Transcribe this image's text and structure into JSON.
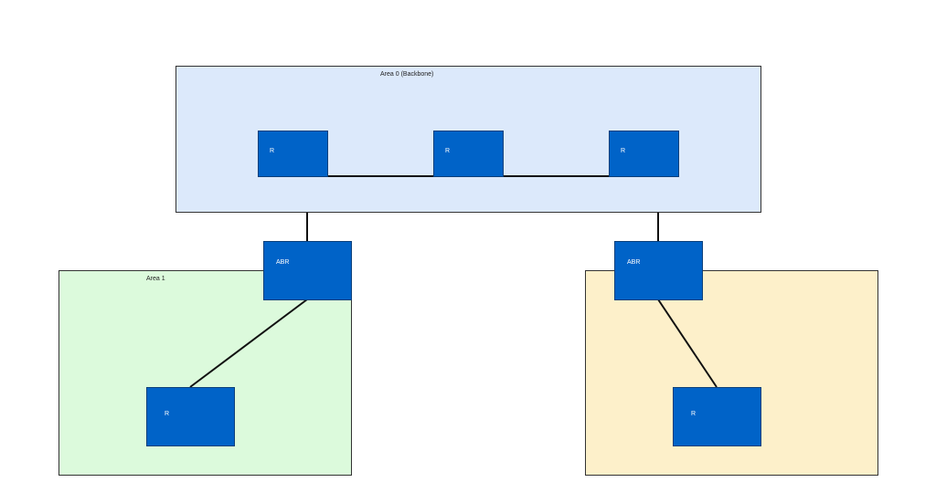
{
  "areas": {
    "backbone": {
      "label": "Area 0 (Backbone)",
      "fill": "#dce9fb"
    },
    "area1": {
      "label": "Area 1",
      "fill": "#dcfadc"
    },
    "area2": {
      "label": "",
      "fill": "#fdf0ca"
    }
  },
  "routers": {
    "backbone_left": {
      "label": "R"
    },
    "backbone_center": {
      "label": "R"
    },
    "backbone_right": {
      "label": "R"
    },
    "abr_left": {
      "label": "ABR"
    },
    "abr_right": {
      "label": "ABR"
    },
    "area1_router": {
      "label": "R"
    },
    "area2_router": {
      "label": "R"
    }
  },
  "colors": {
    "router_fill": "#0063c8",
    "link": "#111111"
  }
}
